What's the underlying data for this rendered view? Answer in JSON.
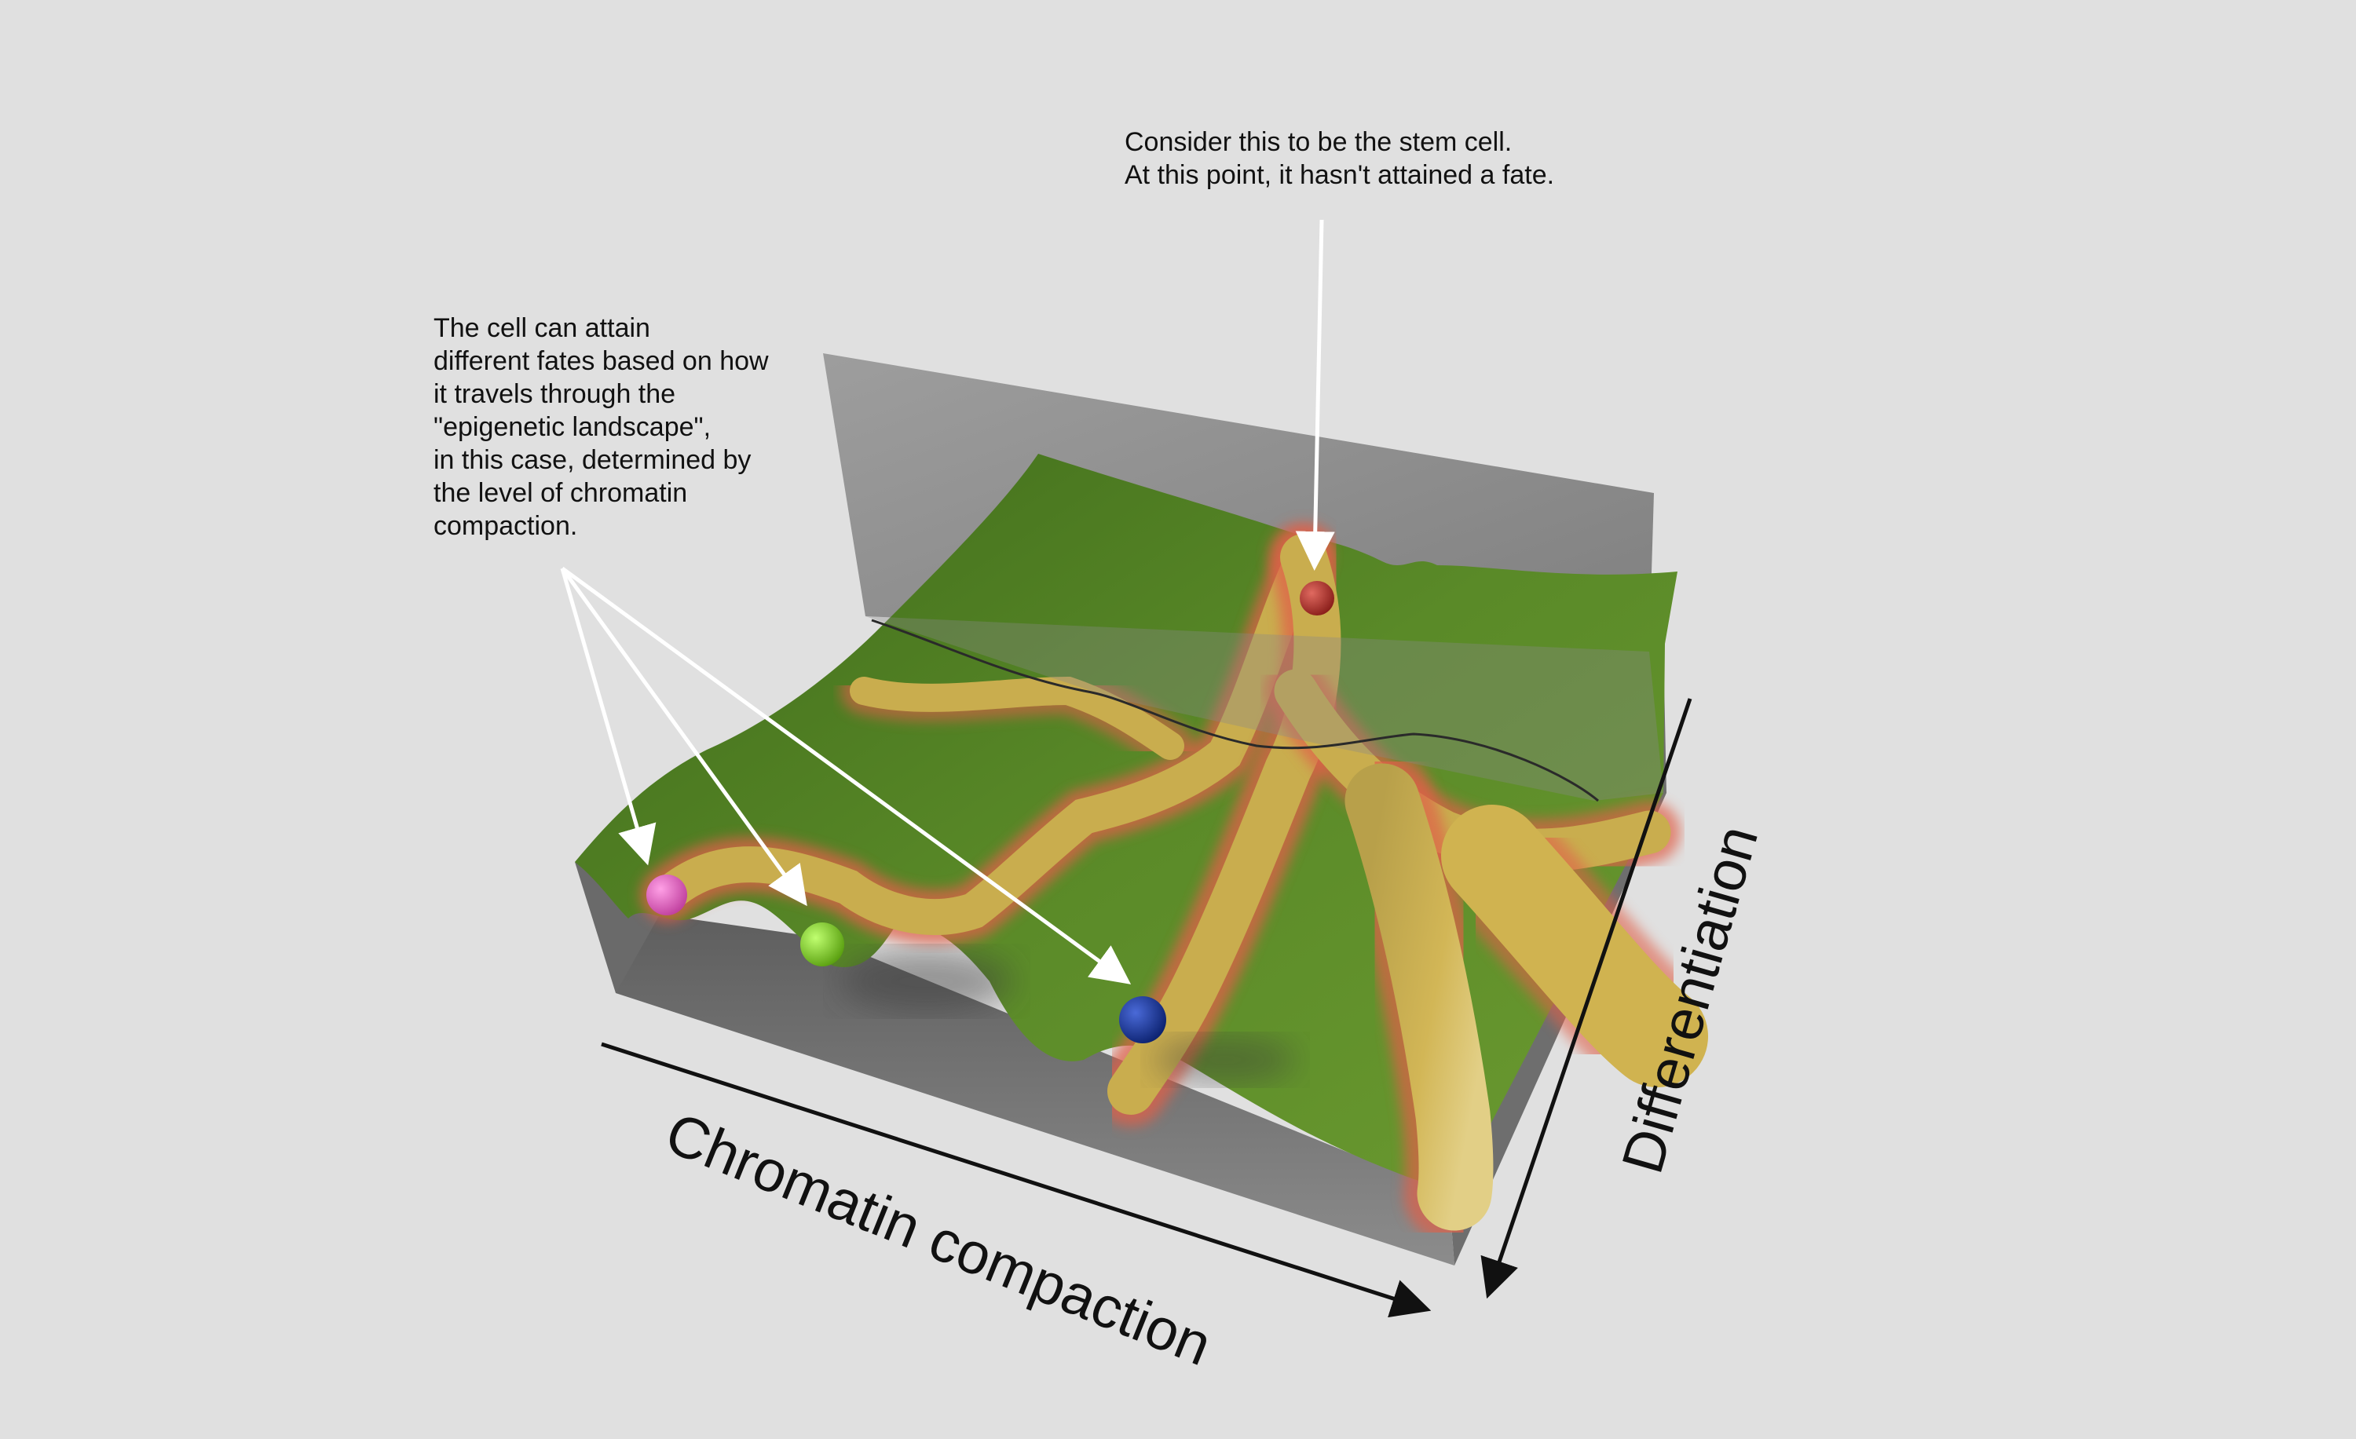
{
  "annotations": {
    "stem_cell": "Consider this to be the stem cell.\nAt this point, it hasn't attained a fate.",
    "fates": "The cell can attain\ndifferent fates based on how\nit travels through the\n \"epigenetic landscape\",\nin this case, determined by\nthe level of chromatin\ncompaction."
  },
  "axes": {
    "x_label": "Chromatin compaction",
    "y_label": "Differentiation"
  },
  "balls": [
    {
      "name": "stem-cell-ball",
      "color": "#b8302c"
    },
    {
      "name": "pink-fate-ball",
      "color": "#e060c0"
    },
    {
      "name": "green-fate-ball",
      "color": "#7ed321"
    },
    {
      "name": "blue-fate-ball",
      "color": "#1a3a9e"
    }
  ],
  "colors": {
    "background": "#e0e0e0",
    "landscape_green": "#4f7f22",
    "valley_yellow": "#c8b04a",
    "ridge_red": "#e0604a",
    "wall_gray": "#8a8a8a"
  }
}
